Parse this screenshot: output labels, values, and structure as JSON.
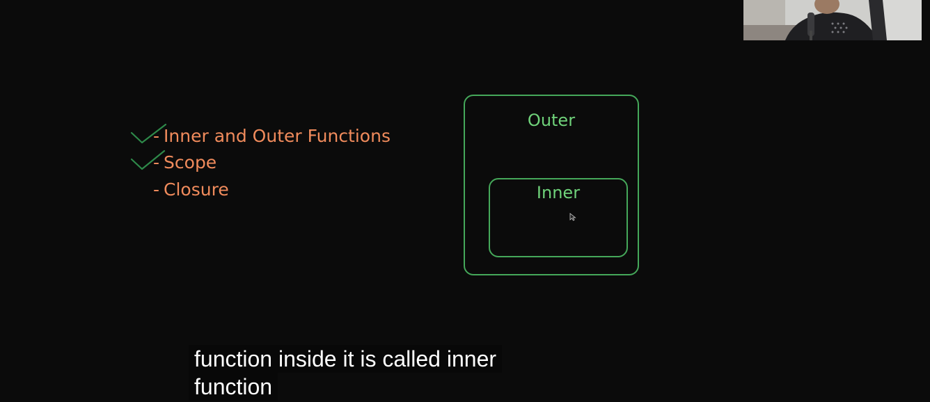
{
  "colors": {
    "background": "#0b0b0b",
    "agenda_text": "#f08b5c",
    "checkmark": "#2e8a4a",
    "diagram_border": "#45a85a",
    "diagram_text": "#6fd27a",
    "caption_text": "#ffffff"
  },
  "agenda": {
    "items": [
      {
        "dash": "-",
        "label": "Inner and Outer Functions",
        "checked": true
      },
      {
        "dash": "-",
        "label": "Scope",
        "checked": true
      },
      {
        "dash": "-",
        "label": "Closure",
        "checked": false
      }
    ]
  },
  "diagram": {
    "outer_label": "Outer",
    "inner_label": "Inner"
  },
  "webcam": {
    "icon": "presenter-webcam"
  },
  "captions": {
    "line1": "function inside it is called inner",
    "line2": "function"
  }
}
